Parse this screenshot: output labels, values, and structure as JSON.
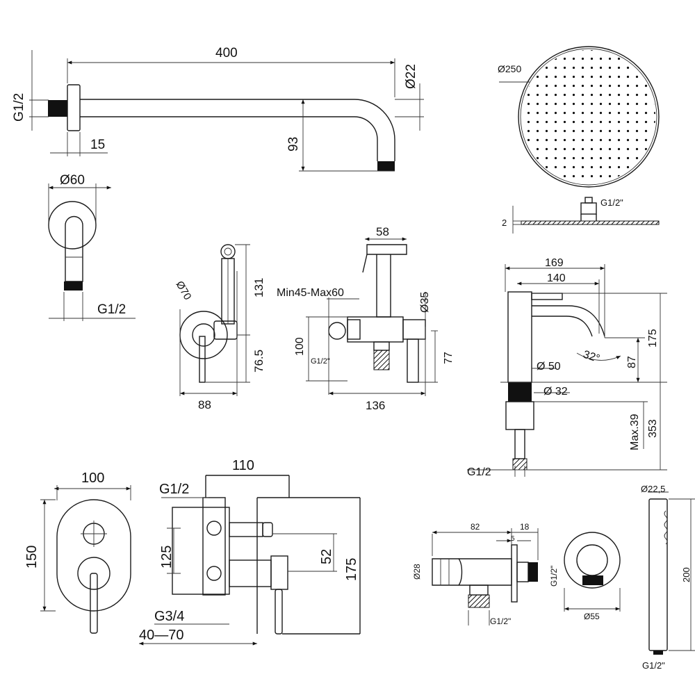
{
  "shower_arm": {
    "length": "400",
    "thread": "G1/2",
    "diameter": "Ø22",
    "flange_offset": "15",
    "drop": "93"
  },
  "wall_outlet": {
    "diameter": "Ø60",
    "thread": "G1/2"
  },
  "shower_head": {
    "diameter": "Ø250",
    "thread": "G1/2\"",
    "thickness": "2"
  },
  "bidet_side": {
    "rosette": "Ø70",
    "height": "131",
    "offset": "76.5",
    "depth": "88"
  },
  "bidet_front": {
    "spray_width": "58",
    "range": "Min45-Max60",
    "rosette": "Ø35",
    "height": "100",
    "thread": "G1/2\"",
    "drop": "77",
    "length": "136"
  },
  "basin_mixer": {
    "length": "169",
    "spout": "140",
    "angle": "32°",
    "height": "175",
    "spout_height": "87",
    "base": "Ø 50",
    "bore": "Ø 32",
    "max_deck": "Max.39",
    "tail": "353",
    "thread": "G1/2"
  },
  "diverter_plate": {
    "width": "100",
    "height": "150"
  },
  "diverter_body": {
    "depth": "110",
    "inlet": "G1/2",
    "outlet": "G3/4",
    "wall_range": "40—70",
    "spacing": "125",
    "offset": "52",
    "total": "175"
  },
  "valve": {
    "length": "82",
    "flange": "18",
    "wall": "5",
    "diameter": "Ø28",
    "thread_side": "G1/2\"",
    "thread_out": "G1/2\""
  },
  "holder": {
    "diameter": "Ø55"
  },
  "hand_shower": {
    "diameter": "Ø22,5",
    "length": "200",
    "thread": "G1/2\""
  }
}
